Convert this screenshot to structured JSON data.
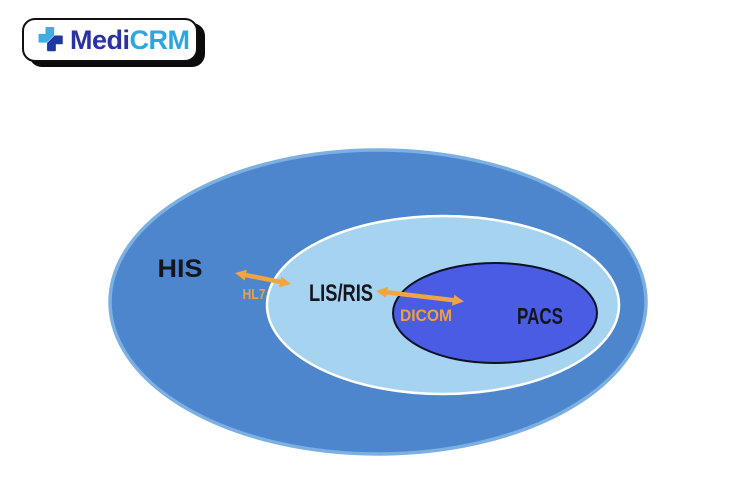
{
  "logo": {
    "icon": "medical-cross-icon",
    "brand_first": "Medi",
    "brand_second": "CRM"
  },
  "diagram": {
    "type": "nested-venn",
    "regions": [
      {
        "label": "HIS",
        "level": "outer ellipse"
      },
      {
        "label": "LIS/RIS",
        "level": "middle ellipse"
      },
      {
        "label": "PACS",
        "level": "inner ellipse"
      }
    ],
    "arrows": [
      {
        "label": "HL7",
        "from": "HIS",
        "to": "LIS/RIS"
      },
      {
        "label": "DICOM",
        "from": "LIS/RIS",
        "to": "PACS"
      }
    ]
  },
  "colors": {
    "outer_ellipse": "#4E86CE",
    "outer_ellipse_rim": "#7CB0E2",
    "middle_ellipse": "#A6D3EF",
    "middle_ellipse_rim": "#FFFFFF",
    "inner_ellipse": "#4A5BE4",
    "inner_ellipse_rim": "#0C1126",
    "arrow_orange": "#F0A63C",
    "label_dark": "#15161d",
    "logo_medi": "#2A31A4",
    "logo_crm": "#2AA6E0",
    "cross_light": "#3FACE2",
    "cross_dark": "#2038A0"
  }
}
